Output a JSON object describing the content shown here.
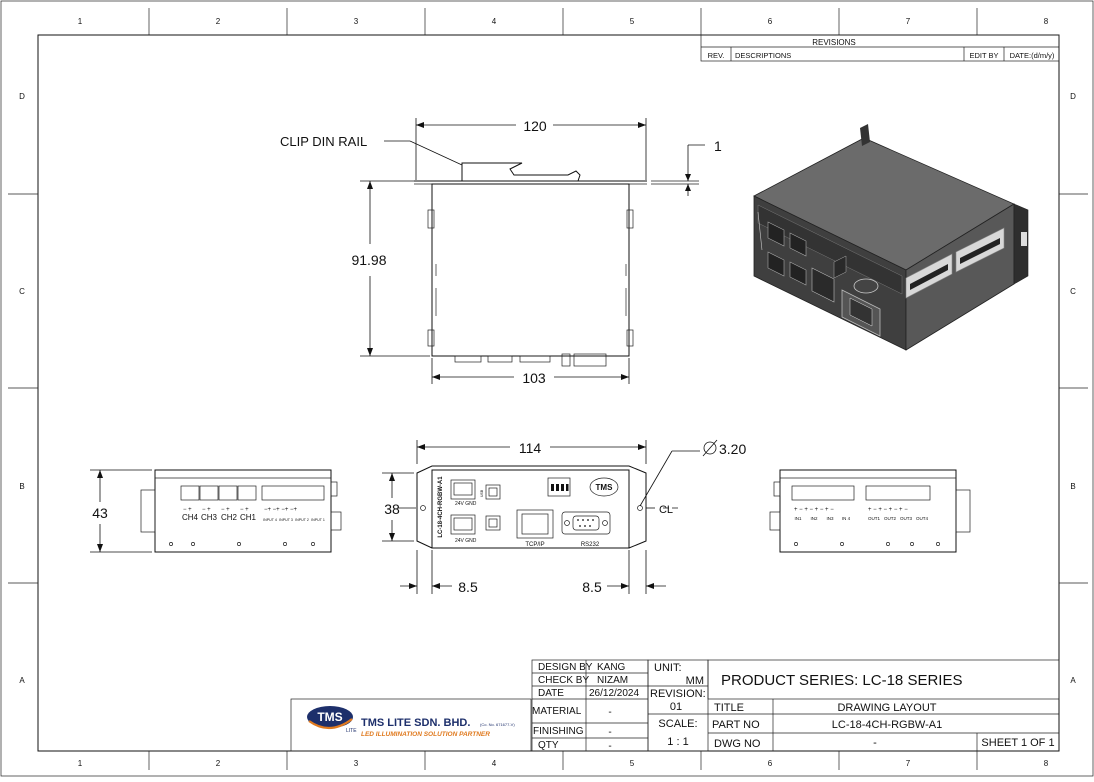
{
  "zones": {
    "columns": [
      "1",
      "2",
      "3",
      "4",
      "5",
      "6",
      "7",
      "8"
    ],
    "rows": [
      "D",
      "C",
      "B",
      "A"
    ]
  },
  "revisions": {
    "title": "REVISIONS",
    "col_rev": "REV.",
    "col_desc": "DESCRIPTIONS",
    "col_edit": "EDIT BY",
    "col_date": "DATE:(d/m/y)"
  },
  "views": {
    "top": {
      "clip_label": "CLIP DIN RAIL",
      "dim_width_top": "120",
      "dim_thickness": "1",
      "dim_height": "91.98",
      "dim_width_bottom": "103"
    },
    "front": {
      "dim_width": "114",
      "dim_hole": "3.20",
      "dim_height": "38",
      "dim_offset_left": "8.5",
      "dim_offset_right": "8.5",
      "centerline": "CL",
      "model_text": "LC-18-4CH-RGBW-A1",
      "power_label_1": "24V GND",
      "power_label_2": "24V GND",
      "tcpip": "TCP/IP",
      "rs232": "RS232",
      "usb": "USB"
    },
    "left": {
      "dim_height": "43",
      "channels": [
        "CH4",
        "CH3",
        "CH2",
        "CH1"
      ],
      "input_tags": [
        "INPUT 4",
        "INPUT 3",
        "INPUT 2",
        "INPUT 1"
      ]
    },
    "right": {
      "inputs": [
        "IN1",
        "IN2",
        "IN3",
        "IN 4"
      ],
      "outputs": [
        "OUT1",
        "OUT2",
        "OUT3",
        "OUT4"
      ]
    }
  },
  "title_block": {
    "company": "TMS LITE SDN. BHD.",
    "company_reg": "(Co. No. 671677-V)",
    "tagline": "LED ILLUMINATION SOLUTION PARTNER",
    "logo_text": "TMS",
    "logo_sub": "LITE",
    "design_by_label": "DESIGN BY",
    "design_by": "KANG",
    "check_by_label": "CHECK BY",
    "check_by": "NIZAM",
    "date_label": "DATE",
    "date": "26/12/2024",
    "material_label": "MATERIAL",
    "material": "-",
    "finishing_label": "FINISHING",
    "finishing": "-",
    "qty_label": "QTY",
    "qty": "-",
    "unit_label": "UNIT:",
    "unit": "MM",
    "revision_label": "REVISION:",
    "revision": "01",
    "scale_label": "SCALE:",
    "scale": "1 : 1",
    "product_series": "PRODUCT SERIES: LC-18 SERIES",
    "title_label": "TITLE",
    "title": "DRAWING LAYOUT",
    "part_no_label": "PART NO",
    "part_no": "LC-18-4CH-RGBW-A1",
    "dwg_no_label": "DWG NO",
    "dwg_no": "-",
    "sheet": "SHEET 1 OF 1"
  },
  "colors": {
    "line": "#111111",
    "iso_top": "#6b6b6b",
    "iso_front": "#3f3f3f",
    "iso_side": "#585858",
    "logo_orange": "#e07a1f",
    "logo_navy": "#1d2f6b"
  }
}
